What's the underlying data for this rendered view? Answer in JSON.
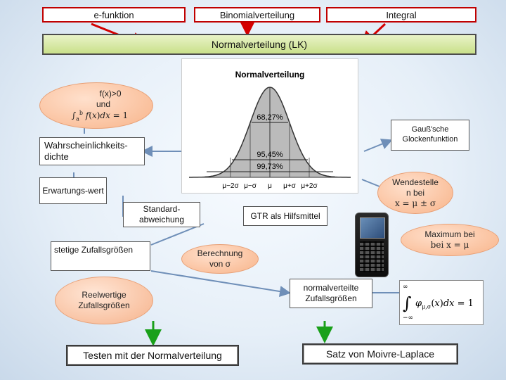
{
  "top": {
    "e_funktion": "e-funktion",
    "binomial": "Binomialverteilung",
    "integral": "Integral"
  },
  "center": {
    "normalverteilung_lk": "Normalverteilung (LK)"
  },
  "figure": {
    "title": "Normalverteilung",
    "pct1": "68,27%",
    "pct2": "95,45%",
    "pct3": "99,73%",
    "ticks": [
      "μ−2σ",
      "μ−σ",
      "μ",
      "μ+σ",
      "μ+2σ"
    ]
  },
  "ellipses": {
    "fx": {
      "line1": "f(x)>0",
      "line2": "und"
    },
    "wendestelle": {
      "line1": "Wendestelle",
      "line2": "n bei",
      "line3": "x = μ ± σ"
    },
    "maximum": {
      "line1": "Maximum bei",
      "line2": "bei  x = μ"
    },
    "berechnung": {
      "line1": "Berechnung",
      "line2": "von σ"
    }
  },
  "labels": {
    "gauss": "Gauß'sche Glockenfunktion",
    "wahrscheinlichkeit": "Wahrscheinlichkeits-dichte",
    "erwartung": "Erwartungs-wert",
    "standard": "Standard-abweichung",
    "gtr": "GTR als Hilfsmittel",
    "stetig": "stetige Zufallsgrößen",
    "reellwertig": "Reelwertige Zufallsgrößen",
    "normalverteilt": "normalverteilte Zufallsgrößen"
  },
  "bottom": {
    "testen": "Testen mit der Normalverteilung",
    "moivre": "Satz von Moivre-Laplace"
  },
  "colors": {
    "arrow_red": "#d40000",
    "arrow_green": "#1aa01a",
    "arrow_blue": "#6f8fb8",
    "ellipse": "#f8b48a"
  }
}
